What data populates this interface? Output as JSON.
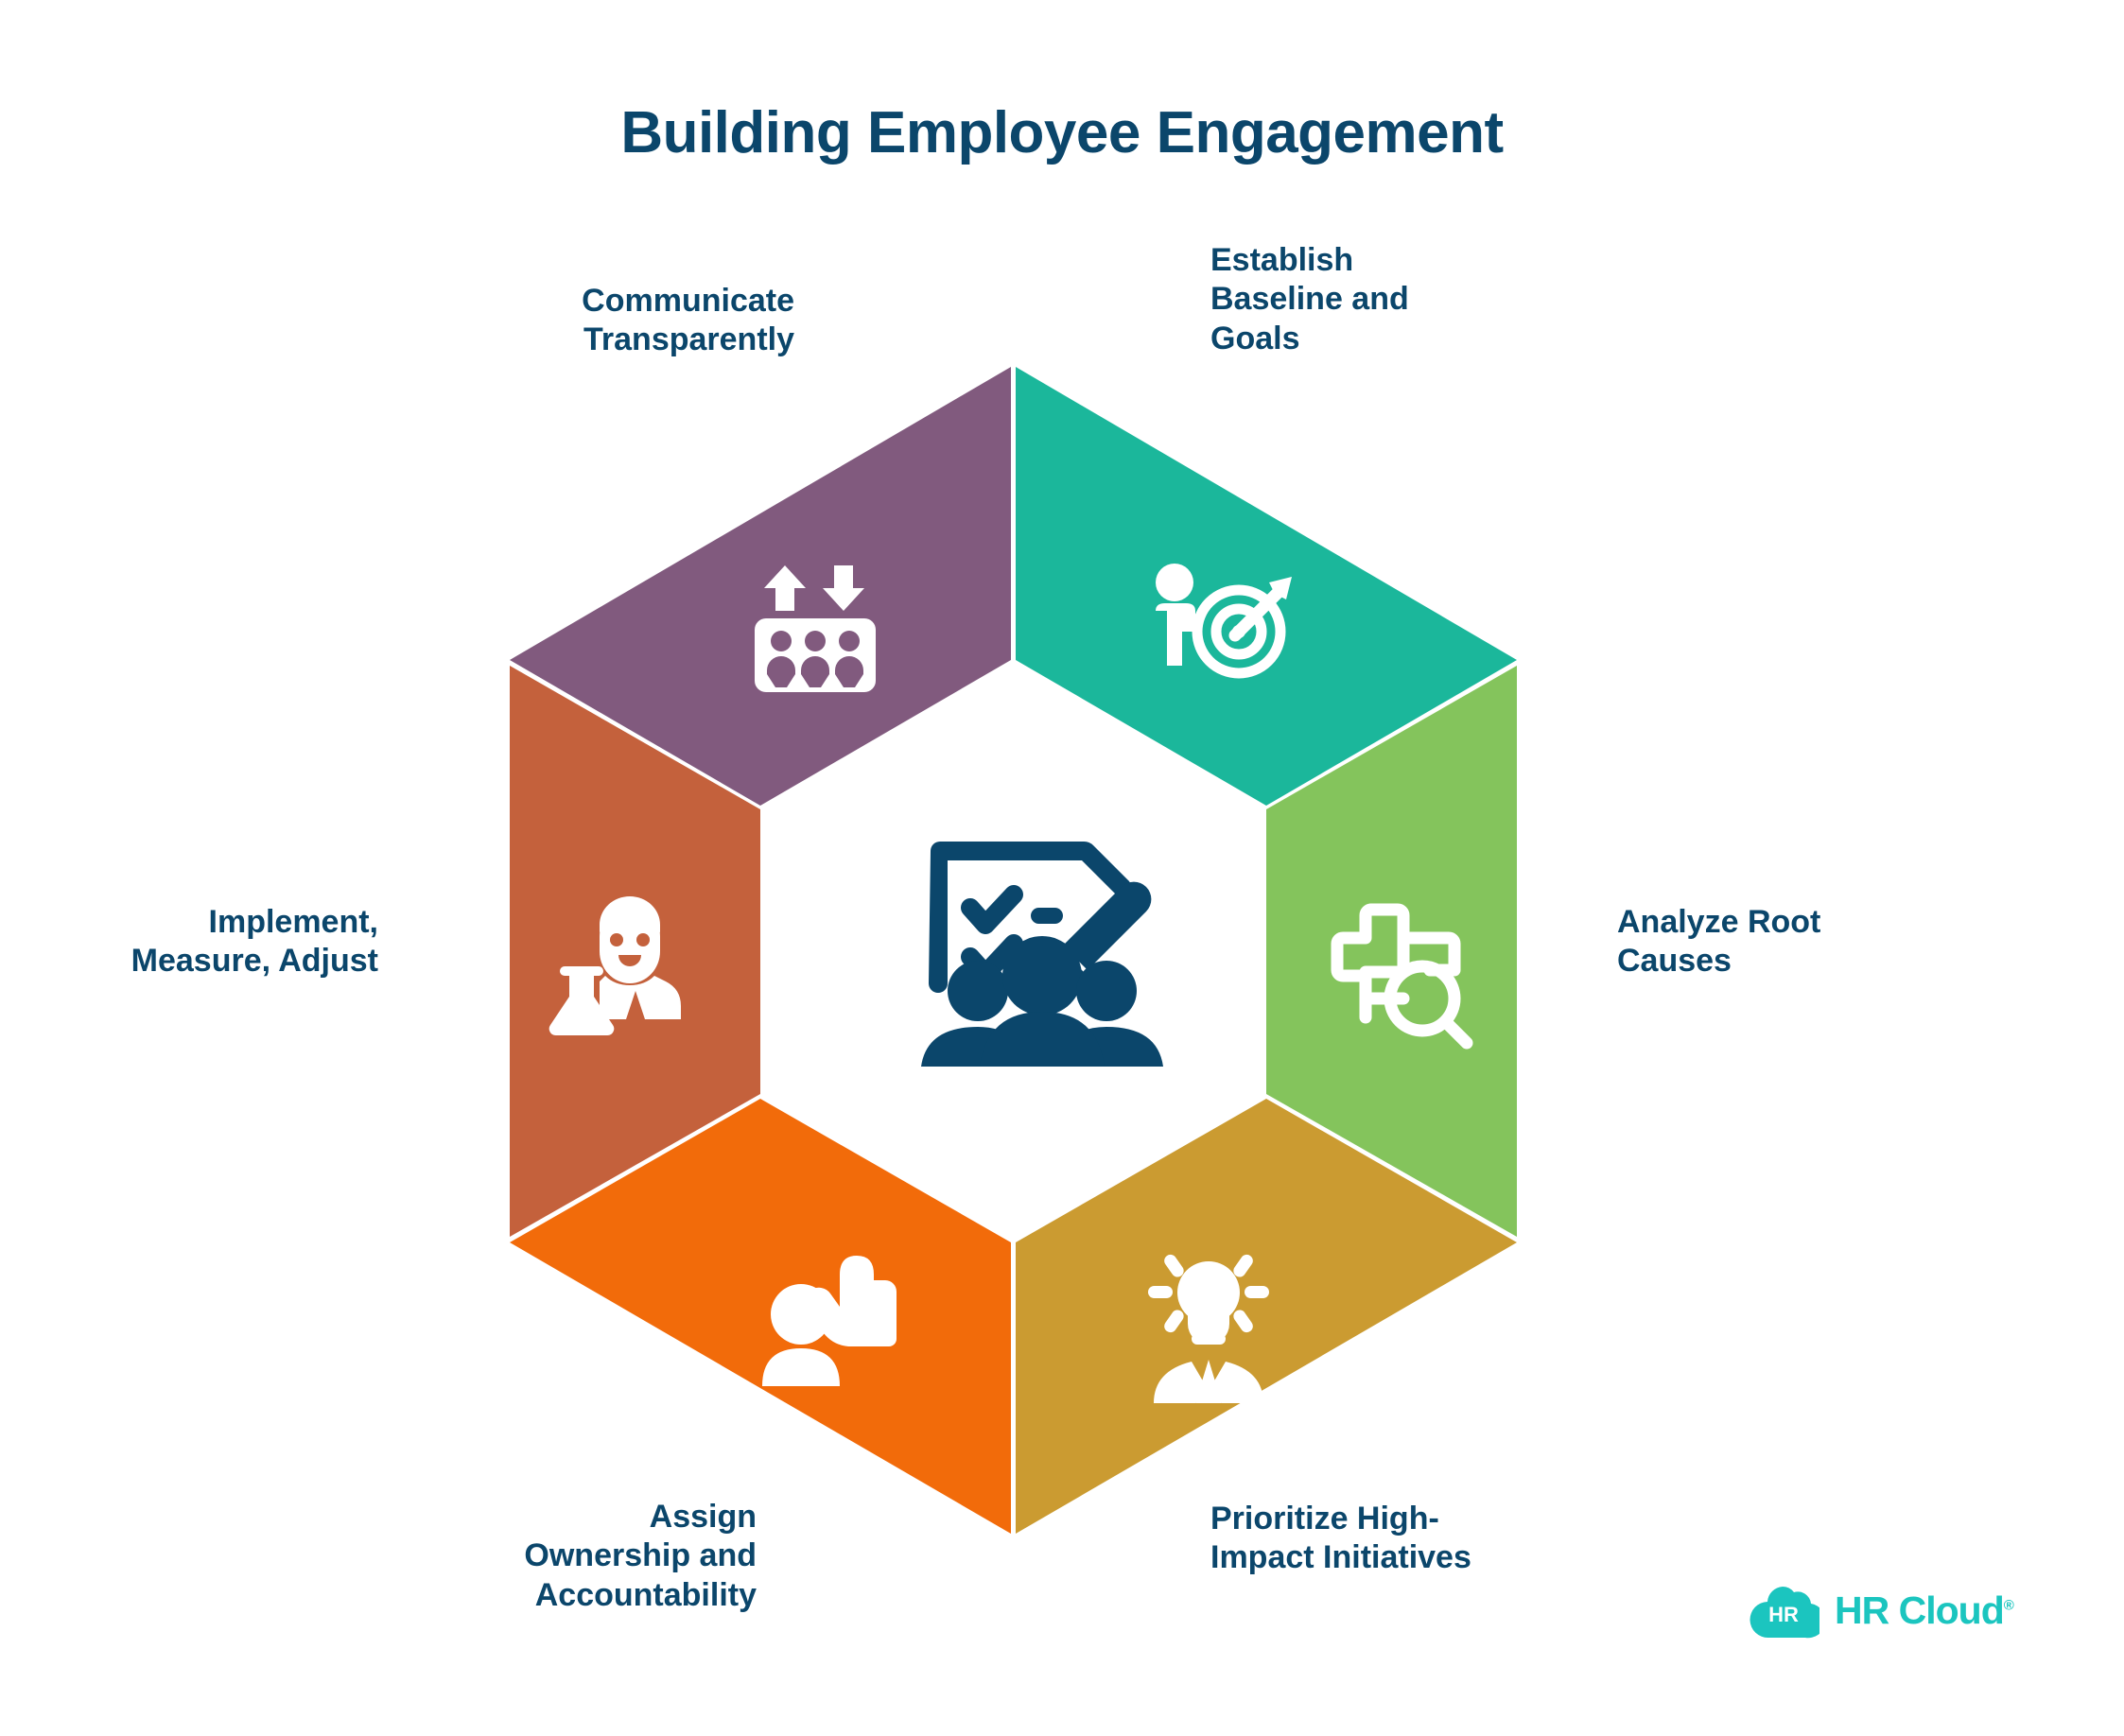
{
  "page": {
    "title": "Building Employee Engagement",
    "background_color": "#ffffff",
    "text_color": "#0B466B"
  },
  "diagram": {
    "type": "hexagon-cycle",
    "center_icon": "checklist-people-icon",
    "center_icon_color": "#0B466B",
    "center_fill": "#ffffff",
    "segments": [
      {
        "id": "establish",
        "position": "top-right",
        "label": "Establish\nBaseline and\nGoals",
        "color": "#1BB79B",
        "icon": "person-target-icon"
      },
      {
        "id": "analyze",
        "position": "right",
        "label": "Analyze Root\nCauses",
        "color": "#84C45C",
        "icon": "grid-magnifier-icon"
      },
      {
        "id": "prioritize",
        "position": "bottom-right",
        "label": "Prioritize High-\nImpact Initiatives",
        "color": "#CB9B31",
        "icon": "lightbulb-person-icon"
      },
      {
        "id": "assign",
        "position": "bottom-left",
        "label": "Assign\nOwnership and\nAccountability",
        "color": "#F26B0A",
        "icon": "person-pointing-hand-icon"
      },
      {
        "id": "implement",
        "position": "left",
        "label": "Implement,\nMeasure, Adjust",
        "color": "#C4613C",
        "icon": "scientist-flask-icon"
      },
      {
        "id": "communicate",
        "position": "top-left",
        "label": "Communicate\nTransparently",
        "color": "#815A7E",
        "icon": "people-arrows-updown-icon"
      }
    ]
  },
  "logo": {
    "mark_text": "HR",
    "word": "HR Cloud",
    "registered": "®",
    "color": "#1BC5BF"
  }
}
